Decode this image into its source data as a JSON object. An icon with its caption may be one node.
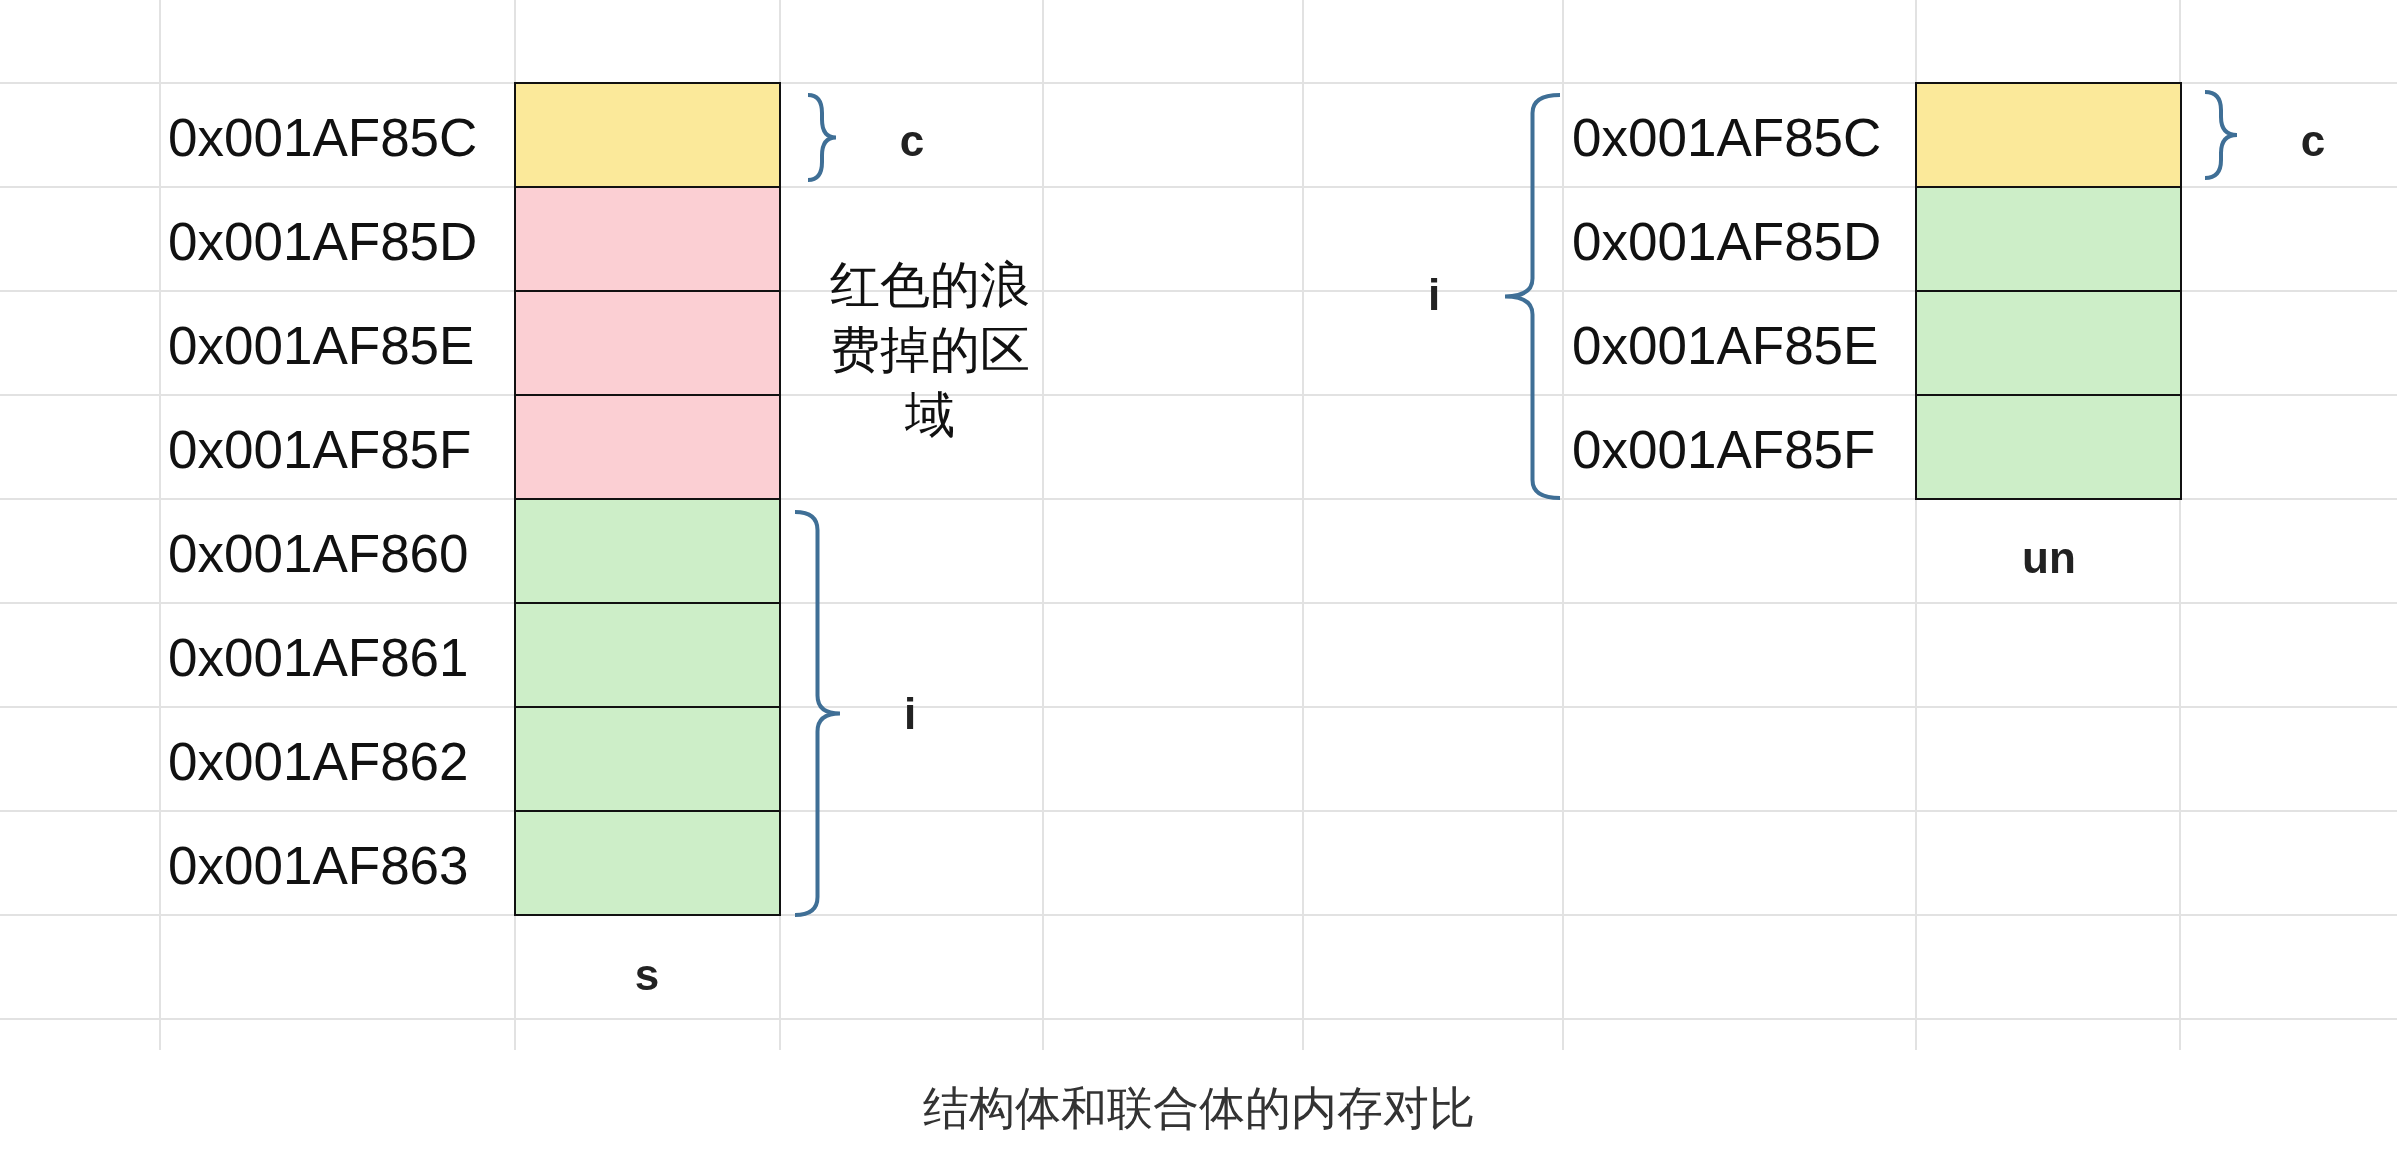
{
  "diagram": {
    "caption": "结构体和联合体的内存对比",
    "labels": [
      "0x001AF85C",
      "0x001AF85D",
      "0x001AF85E",
      "0x001AF85F",
      "0x001AF860",
      "0x001AF861",
      "0x001AF862",
      "0x001AF863",
      "c",
      "红色的浪费掉的区域",
      "i",
      "s",
      "i",
      "0x001AF85C",
      "0x001AF85D",
      "0x001AF85E",
      "0x001AF85F",
      "c",
      "un"
    ]
  }
}
